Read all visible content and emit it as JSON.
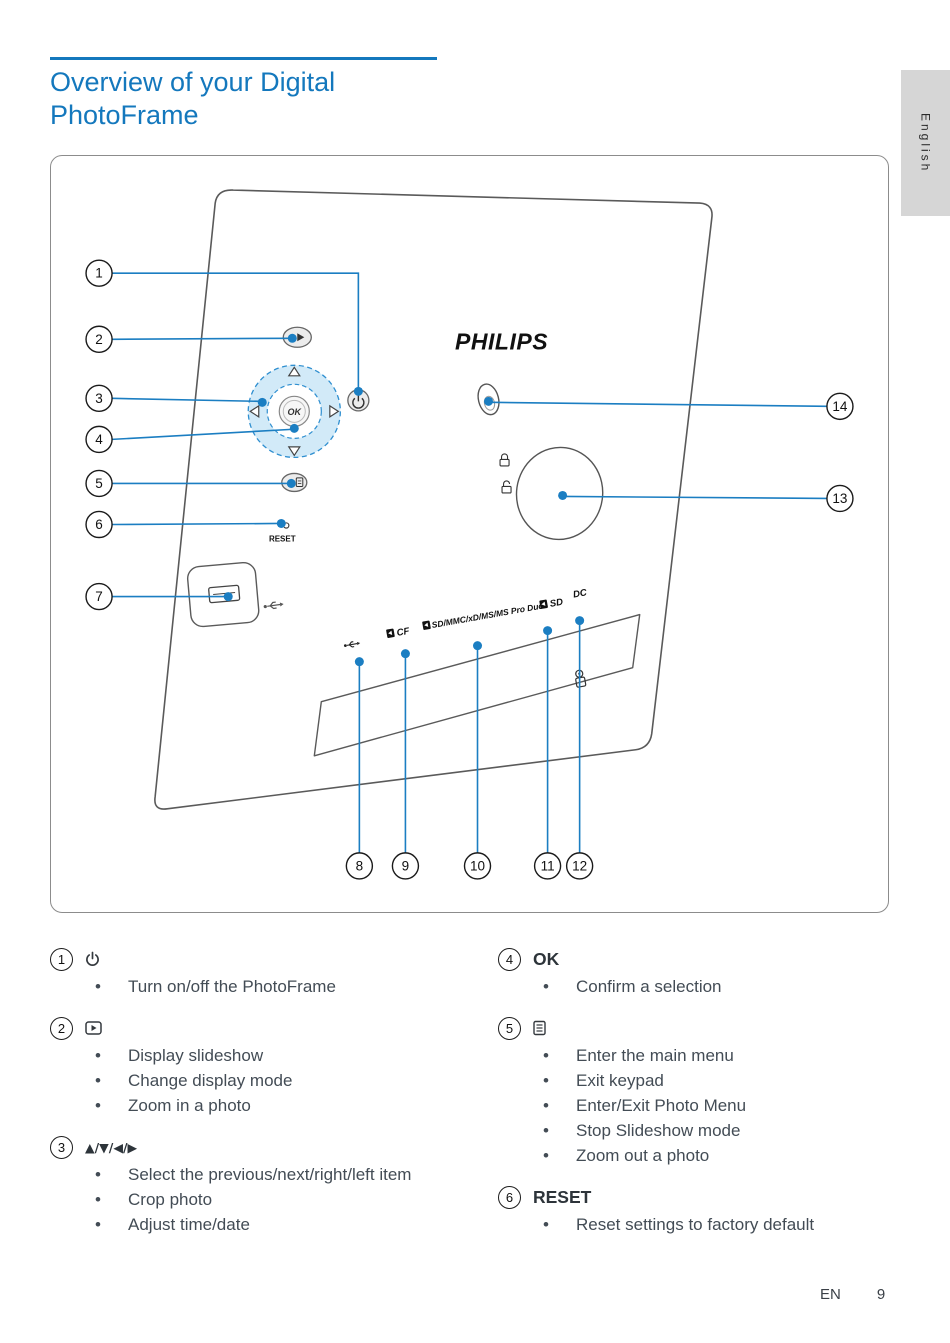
{
  "page": {
    "title_line1": "Overview of your Digital",
    "title_line2": "PhotoFrame",
    "language_tab": "English",
    "footer": {
      "lang": "EN",
      "page_number": "9"
    }
  },
  "diagram": {
    "brand": "PHILIPS",
    "ok_button": "OK",
    "reset_label": "RESET",
    "slots": {
      "cf": "CF",
      "multi_card": "SD/MMC/xD/MS/MS Pro Duo",
      "sd": "SD",
      "dc": "DC"
    },
    "callouts": {
      "c1": "1",
      "c2": "2",
      "c3": "3",
      "c4": "4",
      "c5": "5",
      "c6": "6",
      "c7": "7",
      "c8": "8",
      "c9": "9",
      "c10": "10",
      "c11": "11",
      "c12": "12",
      "c13": "13",
      "c14": "14"
    },
    "colors": {
      "accent_blue": "#1b7ec2",
      "pad_fill": "#cde8f7"
    }
  },
  "legend": {
    "bullet": "•",
    "left": [
      {
        "num": "1",
        "symbol": "power-icon",
        "items": [
          "Turn on/off the PhotoFrame"
        ]
      },
      {
        "num": "2",
        "symbol": "slideshow-icon",
        "items": [
          "Display slideshow",
          "Change display mode",
          "Zoom in a photo"
        ]
      },
      {
        "num": "3",
        "symbol_text": "▲/▼/◀/▶",
        "items": [
          "Select the previous/next/right/left item",
          "Crop photo",
          "Adjust time/date"
        ]
      }
    ],
    "right": [
      {
        "num": "4",
        "symbol_text": "OK",
        "items": [
          "Confirm a selection"
        ]
      },
      {
        "num": "5",
        "symbol": "menu-icon",
        "items": [
          "Enter the main menu",
          "Exit keypad",
          "Enter/Exit Photo Menu",
          "Stop Slideshow mode",
          "Zoom out a photo"
        ]
      },
      {
        "num": "6",
        "symbol_text": "RESET",
        "items": [
          "Reset settings to factory default"
        ]
      }
    ]
  }
}
